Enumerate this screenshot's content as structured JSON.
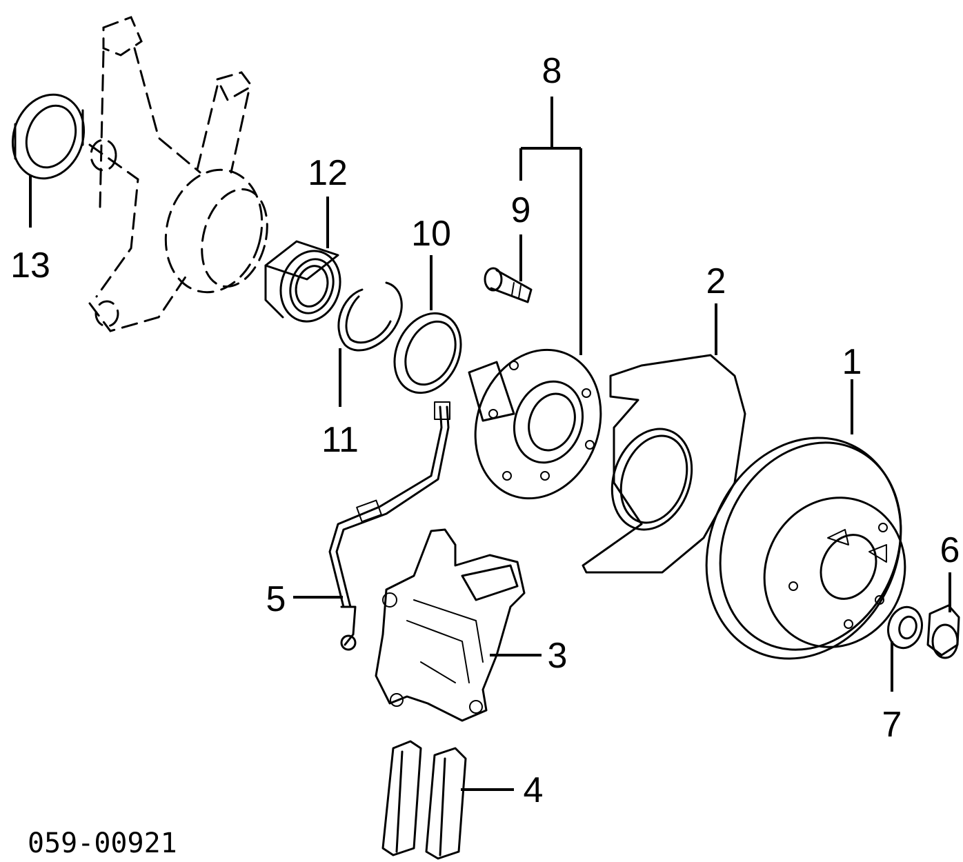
{
  "diagram": {
    "code": "059-00921",
    "callouts": {
      "c1": "1",
      "c2": "2",
      "c3": "3",
      "c4": "4",
      "c5": "5",
      "c6": "6",
      "c7": "7",
      "c8": "8",
      "c9": "9",
      "c10": "10",
      "c11": "11",
      "c12": "12",
      "c13": "13"
    }
  }
}
